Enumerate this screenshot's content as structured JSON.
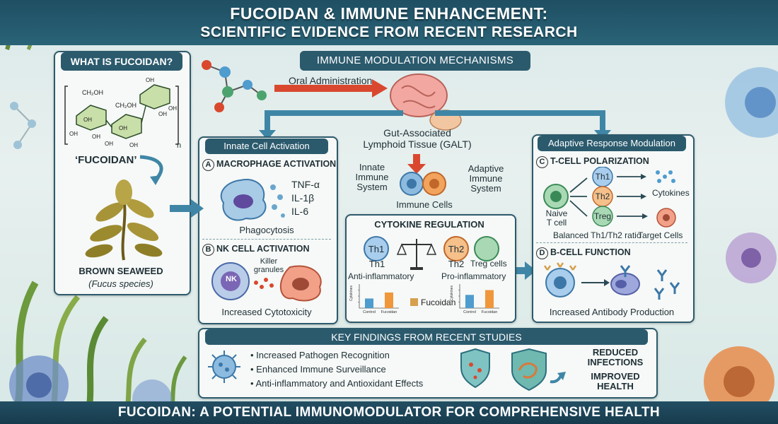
{
  "title": {
    "line1": "FUCOIDAN & IMMUNE ENHANCEMENT:",
    "line2": "SCIENTIFIC EVIDENCE FROM RECENT RESEARCH"
  },
  "what_is": {
    "heading": "WHAT IS FUCOIDAN?",
    "chem_labels": [
      "CH₂OH",
      "CH₂OH",
      "OH",
      "OH",
      "OH",
      "OH",
      "OH",
      "OH",
      "OH",
      "OH",
      "OH"
    ],
    "repeat_n": "n",
    "name": "‘FUCOIDAN’",
    "source_line1": "BROWN SEAWEED",
    "source_line2": "(Fucus species)"
  },
  "mechanisms": {
    "heading": "IMMUNE MODULATION MECHANISMS",
    "oral": "Oral Administration",
    "galt_line1": "Gut-Associated",
    "galt_line2": "Lymphoid Tissue (GALT)",
    "innate_system": [
      "Innate",
      "Immune",
      "System"
    ],
    "adaptive_system": [
      "Adaptive",
      "Immune",
      "System"
    ],
    "immune_cells": "Immune Cells"
  },
  "innate": {
    "heading": "Innate Cell Activation",
    "macrophage": {
      "marker": "A",
      "title": "MACROPHAGE ACTIVATION",
      "cytokines": [
        "TNF-α",
        "IL-1β",
        "IL-6"
      ],
      "caption": "Phagocytosis"
    },
    "nk": {
      "marker": "B",
      "title": "NK CELL ACTIVATION",
      "cell_label": "NK",
      "granules": [
        "Killer",
        "granules"
      ],
      "caption": "Increased Cytotoxicity"
    }
  },
  "cytokine": {
    "heading": "CYTOKINE REGULATION",
    "th1_circle": "Th1",
    "th1_label": "Th1",
    "th2_circle": "Th2",
    "th2_label": "Th2",
    "treg_label": "Treg cells",
    "anti": "Anti-inflammatory",
    "pro": "Pro-inflammatory",
    "legend": "Fucoidan",
    "chart_ylabel": "Cytokines",
    "chart_left_categories": [
      "Control",
      "Fucoidan"
    ],
    "chart_right_categories": [
      "Control",
      "Fucoidan"
    ]
  },
  "adaptive": {
    "heading": "Adaptive Response Modulation",
    "tcell": {
      "marker": "C",
      "title": "T-CELL POLARIZATION",
      "naive": [
        "Naive",
        "T cell"
      ],
      "th1": "Th1",
      "th2": "Th2",
      "treg": "Treg",
      "cytokines": "Cytokines",
      "target": "Target Cells",
      "ratio": "Balanced Th1/Th2 ratio"
    },
    "bcell": {
      "marker": "D",
      "title": "B-CELL FUNCTION",
      "caption": "Increased Antibody Production"
    }
  },
  "findings": {
    "heading": "KEY FINDINGS FROM RECENT STUDIES",
    "items": [
      "Increased Pathogen Recognition",
      "Enhanced Immune Surveillance",
      "Anti-inflammatory and Antioxidant Effects"
    ],
    "outcome1": [
      "REDUCED",
      "INFECTIONS"
    ],
    "outcome2": [
      "IMPROVED",
      "HEALTH"
    ]
  },
  "footer": "FUCOIDAN: A POTENTIAL IMMUNOMODULATOR FOR COMPREHENSIVE HEALTH",
  "colors": {
    "panel_border": "#2d5a6c",
    "header_fill": "#2b5a6d",
    "arrow_blue": "#3f86a6",
    "arrow_red": "#d9482e",
    "th1_blue": "#4f9ccf",
    "th2_orange": "#f0973c",
    "treg_green": "#4da36e",
    "seaweed": "#9c8a2e"
  },
  "chart_data": [
    {
      "type": "bar",
      "categories": [
        "Control",
        "Fucoidan"
      ],
      "values": [
        0.4,
        0.65
      ],
      "ylabel": "Cytokines"
    },
    {
      "type": "bar",
      "categories": [
        "Control",
        "Fucoidan"
      ],
      "values": [
        0.55,
        0.75
      ],
      "ylabel": "Cytokines"
    }
  ]
}
